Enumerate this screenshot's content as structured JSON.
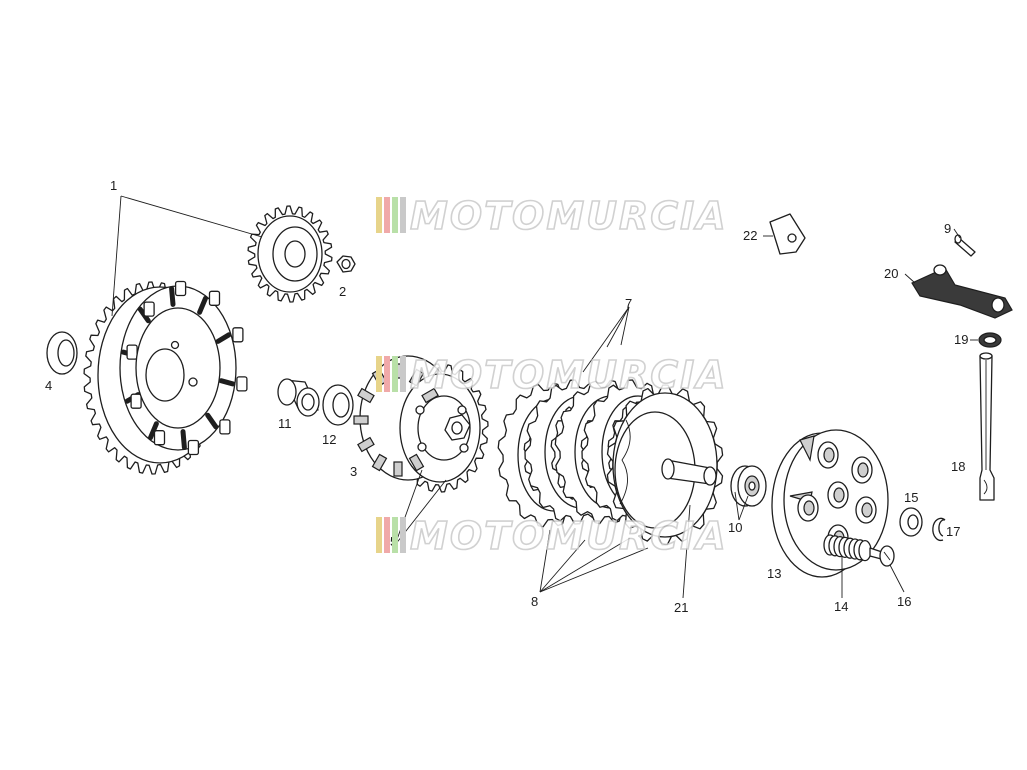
{
  "watermark": {
    "text": "MOTOMURCIA",
    "stripe_colors": [
      "#e7d48a",
      "#f0a9a9",
      "#b9e0a8",
      "#c9c9c9"
    ]
  },
  "callouts": [
    {
      "id": "c1",
      "label": "1"
    },
    {
      "id": "c2",
      "label": "2"
    },
    {
      "id": "c3",
      "label": "3"
    },
    {
      "id": "c4",
      "label": "4"
    },
    {
      "id": "c5",
      "label": "5"
    },
    {
      "id": "c7",
      "label": "7"
    },
    {
      "id": "c8",
      "label": "8"
    },
    {
      "id": "c9",
      "label": "9"
    },
    {
      "id": "c10",
      "label": "10"
    },
    {
      "id": "c11",
      "label": "11"
    },
    {
      "id": "c12",
      "label": "12"
    },
    {
      "id": "c13",
      "label": "13"
    },
    {
      "id": "c14",
      "label": "14"
    },
    {
      "id": "c15",
      "label": "15"
    },
    {
      "id": "c16",
      "label": "16"
    },
    {
      "id": "c17",
      "label": "17"
    },
    {
      "id": "c18",
      "label": "18"
    },
    {
      "id": "c19",
      "label": "19"
    },
    {
      "id": "c20",
      "label": "20"
    },
    {
      "id": "c21",
      "label": "21"
    },
    {
      "id": "c22",
      "label": "22"
    }
  ]
}
